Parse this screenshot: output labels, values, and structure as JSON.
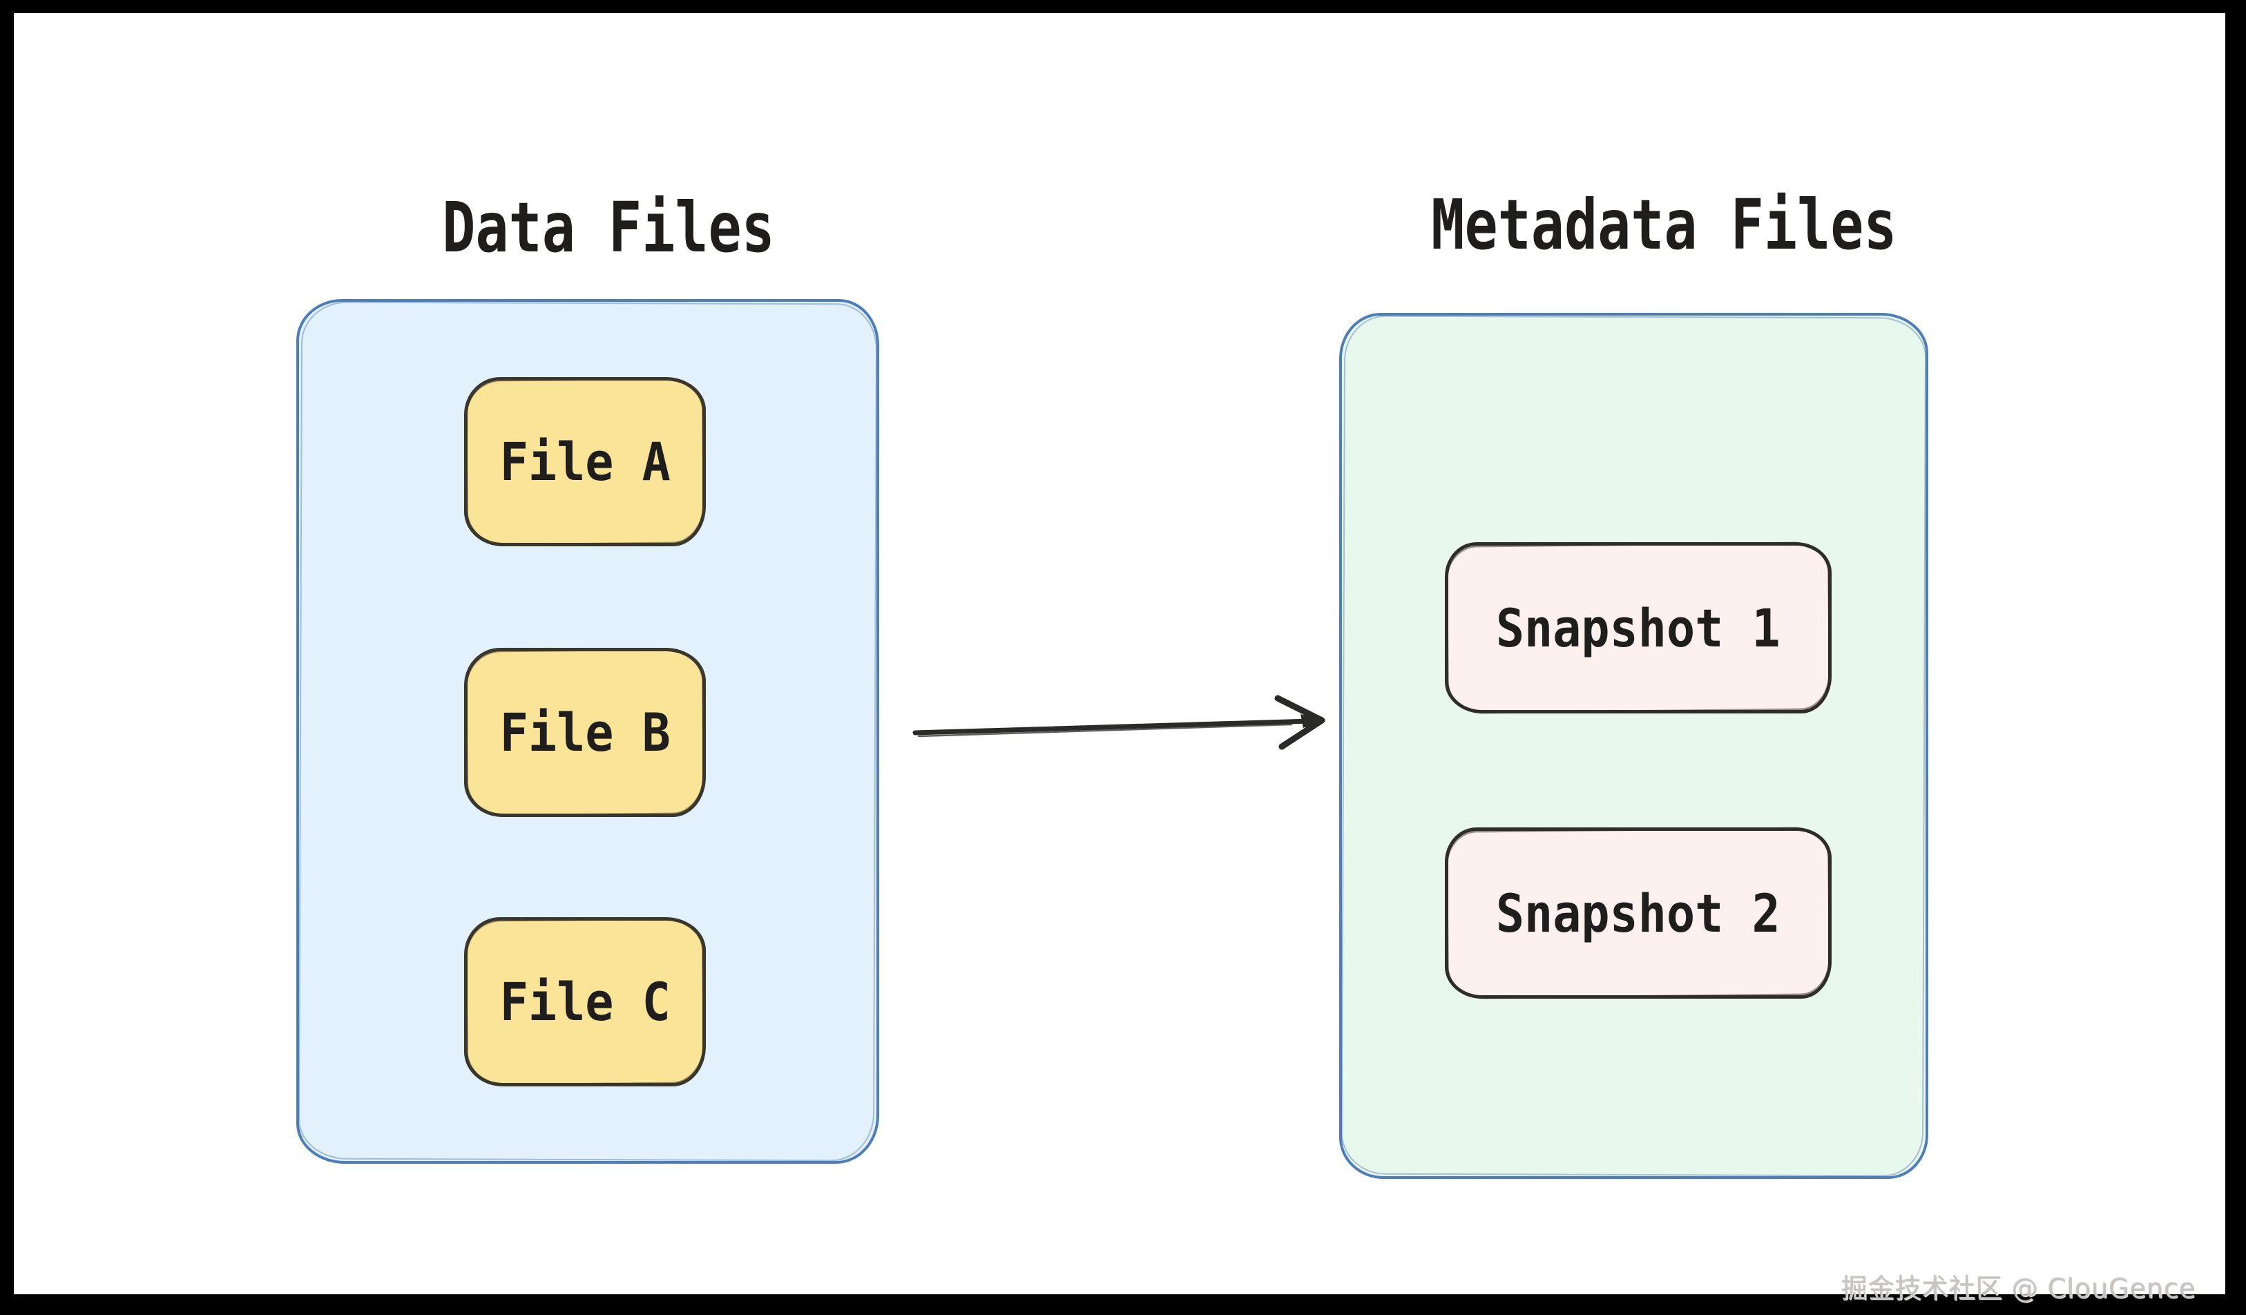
{
  "diagram": {
    "left": {
      "title": "Data Files",
      "items": [
        {
          "label": "File A"
        },
        {
          "label": "File B"
        },
        {
          "label": "File C"
        }
      ]
    },
    "right": {
      "title": "Metadata Files",
      "items": [
        {
          "label": "Snapshot 1"
        },
        {
          "label": "Snapshot 2"
        }
      ]
    },
    "arrow": "arrow-right"
  },
  "watermark": {
    "text": "掘金技术社区 @ ClouGence"
  },
  "colors": {
    "frame_bg": "#000000",
    "canvas_bg": "#ffffff",
    "left_fill": "#e3f1fc",
    "left_border": "#4e7db8",
    "right_fill": "#e9f8ed",
    "right_border": "#4e7db8",
    "file_fill": "#fae498",
    "file_border": "#39362c",
    "snap_fill": "#fdf1ef",
    "snap_border": "#2f2d28",
    "ink": "#1f1e1c",
    "arrow": "#2a2a28",
    "wm": "#c7c4c1"
  }
}
